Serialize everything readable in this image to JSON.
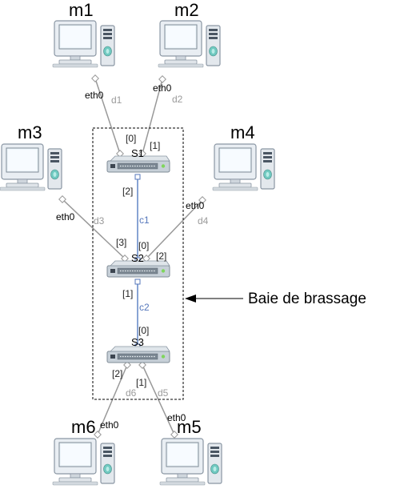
{
  "machines": {
    "m1": {
      "name": "m1",
      "iface": "eth0"
    },
    "m2": {
      "name": "m2",
      "iface": "eth0"
    },
    "m3": {
      "name": "m3",
      "iface": "eth0"
    },
    "m4": {
      "name": "m4",
      "iface": "eth0"
    },
    "m5": {
      "name": "m5",
      "iface": "eth0"
    },
    "m6": {
      "name": "m6",
      "iface": "eth0"
    }
  },
  "switches": {
    "s1": {
      "name": "S1"
    },
    "s2": {
      "name": "S2"
    },
    "s3": {
      "name": "S3"
    }
  },
  "cables": {
    "d1": "d1",
    "d2": "d2",
    "d3": "d3",
    "d4": "d4",
    "d5": "d5",
    "d6": "d6",
    "c1": "c1",
    "c2": "c2"
  },
  "ports": {
    "s1_p0": "[0]",
    "s1_p1": "[1]",
    "s1_p2": "[2]",
    "s2_p0": "[0]",
    "s2_p1": "[1]",
    "s2_p2": "[2]",
    "s2_p3": "[3]",
    "s3_p0": "[0]",
    "s3_p1": "[1]",
    "s3_p2": "[2]"
  },
  "rack_label": "Baie de brassage",
  "colors": {
    "cable_d": "#999999",
    "cable_c": "#7a9ad0",
    "rack_border": "#000000"
  }
}
